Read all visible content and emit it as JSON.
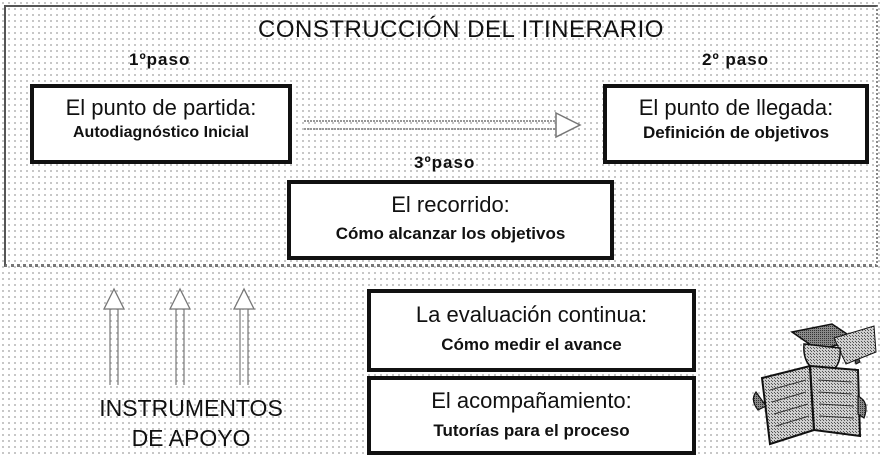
{
  "title": "CONSTRUCCIÓN DEL ITINERARIO",
  "steps": {
    "step1": "1ºpaso",
    "step2": "2º paso",
    "step3": "3ºpaso"
  },
  "boxes": {
    "start": {
      "heading": "El punto de partida:",
      "sub": "Autodiagnóstico Inicial"
    },
    "end": {
      "heading": "El punto de llegada:",
      "sub": "Definición de objetivos"
    },
    "route": {
      "heading": "El recorrido:",
      "sub": "Cómo alcanzar los objetivos"
    },
    "evaluation": {
      "heading": "La evaluación continua:",
      "sub": "Cómo medir el avance"
    },
    "support": {
      "heading": "El acompañamiento:",
      "sub": "Tutorías para el proceso"
    }
  },
  "tools": {
    "line1": "INSTRUMENTOS",
    "line2": "DE APOYO"
  },
  "colors": {
    "border": "#111111",
    "arrow": "#777777",
    "grid_dots": "#b9b9b9"
  }
}
